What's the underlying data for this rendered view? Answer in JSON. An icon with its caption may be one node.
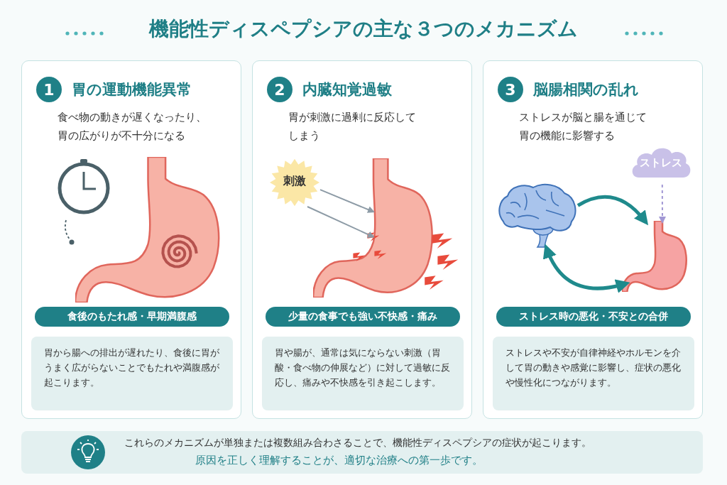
{
  "diagram": {
    "title": "機能性ディスペプシアの主な３つのメカニズム",
    "nodes": [
      {
        "text": [
          "胃の運動機能異常",
          "食べ物の動きが遅くなったり、胃の広がりが不十分になる"
        ]
      },
      {
        "text": [
          "1"
        ],
        "in": 0
      },
      {
        "text": [
          "食後のもたれ感・早期満腹感"
        ],
        "in": 0
      },
      {
        "text": [
          "胃から腸への排出が遅れたり、食後に胃がうまく広がらないことでもたれや満腹感が起こります。"
        ],
        "in": 0
      },
      {
        "text": [
          "内臓知覚過敏",
          "胃が刺激に過剰に反応してしまう"
        ]
      },
      {
        "text": [
          "2"
        ],
        "in": 4
      },
      {
        "text": [
          "刺激"
        ],
        "in": 4
      },
      {
        "text": [],
        "shape": "picture",
        "in": 4
      },
      {
        "text": [
          "少量の食事でも強い不快感・痛み"
        ],
        "in": 4
      },
      {
        "text": [
          "胃や腸が、通常は気にならない刺激（胃酸・食べ物の伸展など）に対して過敏に反応し、痛みや不快感を引き起こします。"
        ],
        "in": 4
      },
      {
        "text": [
          "脳腸相関の乱れ",
          "ストレスが脳と腸を通じて胃の機能に影響する"
        ]
      },
      {
        "text": [
          "3"
        ],
        "in": 10
      },
      {
        "text": [
          "ストレス"
        ],
        "in": 10
      },
      {
        "text": [],
        "shape": "picture",
        "in": 10
      },
      {
        "text": [],
        "shape": "picture",
        "in": 10
      },
      {
        "text": [
          "ストレス時の悪化・不安との合併"
        ],
        "in": 10
      },
      {
        "text": [
          "ストレスや不安が自律神経やホルモンを介して胃の動きや感覚に影響し、症状の悪化や慢性化につながります。"
        ],
        "in": 10
      },
      {
        "text": [
          "これらのメカニズムが単独または複数組み合わさることで、機能性ディスペプシアの症状が起こります。",
          "原因を正しく理解することが、適切な治療への第一歩です。"
        ]
      }
    ],
    "edges": [
      {
        "from": 6,
        "to": 7,
        "arrow": "to",
        "color": "#8d9ba6"
      },
      {
        "from": 6,
        "to": 7,
        "arrow": "to",
        "color": "#8d9ba6"
      },
      {
        "from": 13,
        "to": 14,
        "arrow": "to",
        "style": "thick",
        "color": "#1f8a8c"
      },
      {
        "from": 14,
        "to": 13,
        "arrow": "both",
        "style": "thick",
        "color": "#1f8a8c"
      },
      {
        "from": 12,
        "to": 14,
        "arrow": "to",
        "style": "dashed",
        "color": "#a197d4"
      }
    ]
  }
}
